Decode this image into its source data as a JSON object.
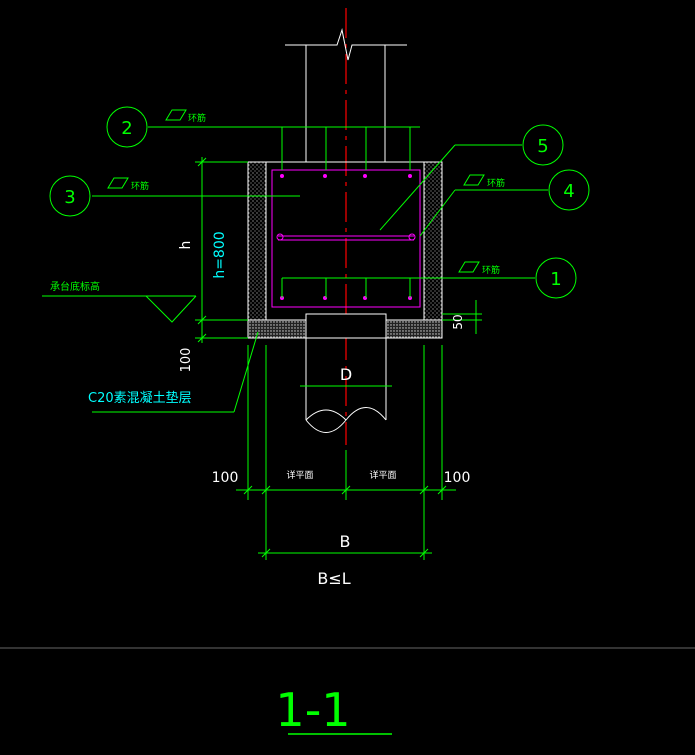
{
  "drawing": {
    "section_title": "1-1",
    "callouts": [
      {
        "number": "2",
        "label": "环筋"
      },
      {
        "number": "3",
        "label": "环筋"
      },
      {
        "number": "4",
        "label": "环筋"
      },
      {
        "number": "5",
        "label": ""
      },
      {
        "number": "1",
        "label": "环筋"
      }
    ],
    "dimensions": {
      "h_label": "h",
      "h_value": "h=800",
      "bottom_100": "100",
      "left_100": "100",
      "right_100": "100",
      "fifty": "50",
      "D": "D",
      "B": "B",
      "B_le_L": "B≤L",
      "left_half": "详平面",
      "right_half": "详平面"
    },
    "notes": {
      "cap_bottom": "承台底标高",
      "cushion": "C20素混凝土垫层"
    },
    "colors": {
      "background": "#000000",
      "structure": "#ffffff",
      "rebar": "#ff00ff",
      "dimension": "#00ff00",
      "cyan": "#00ffff",
      "axis": "#ff0000",
      "callout": "#00ff00"
    }
  }
}
